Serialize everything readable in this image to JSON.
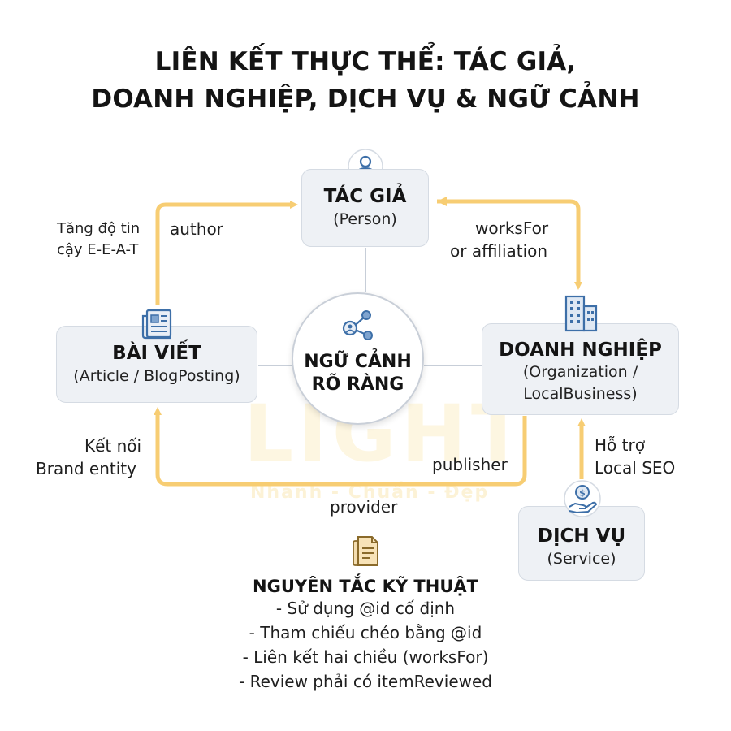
{
  "title": {
    "line1": "LIÊN KẾT THỰC THỂ: TÁC GIẢ,",
    "line2": "DOANH NGHIỆP, DỊCH VỤ & NGỮ CẢNH"
  },
  "nodes": {
    "author": {
      "title": "TÁC GIẢ",
      "subtitle": "(Person)",
      "icon": "person-icon"
    },
    "article": {
      "title": "BÀI VIẾT",
      "subtitle": "(Article / BlogPosting)",
      "icon": "newspaper-icon"
    },
    "organization": {
      "title": "DOANH NGHIỆP",
      "subtitle_line1": "(Organization /",
      "subtitle_line2": "LocalBusiness)",
      "icon": "building-icon"
    },
    "service": {
      "title": "DỊCH VỤ",
      "subtitle": "(Service)",
      "icon": "hand-coin-icon"
    },
    "context": {
      "line1": "NGỮ CẢNH",
      "line2": "RÕ RÀNG",
      "icon": "share-network-icon"
    }
  },
  "edges": {
    "author_label": "author",
    "trust_line1": "Tăng độ tin",
    "trust_line2": "cậy E-E-A-T",
    "works_for_line1": "worksFor",
    "works_for_line2": "or affiliation",
    "brand_line1": "Kết nối",
    "brand_line2": "Brand entity",
    "publisher_label": "publisher",
    "provider_label": "provider",
    "local_seo_line1": "Hỗ trợ",
    "local_seo_line2": "Local SEO"
  },
  "watermark": {
    "brand": "LIGHT",
    "tagline": "Nhanh - Chuẩn - Đẹp"
  },
  "principles": {
    "icon": "document-icon",
    "heading": "NGUYÊN TẮC KỸ THUẬT",
    "items": [
      "- Sử dụng @id cố định",
      "- Tham chiếu chéo bằng @id",
      "- Liên kết hai chiều (worksFor)",
      "- Review phải có itemReviewed"
    ]
  },
  "colors": {
    "arrow": "#f7cd73",
    "connector": "#c7ced8",
    "box_fill": "#eef1f5",
    "icon_blue": "#3d6fa8"
  }
}
